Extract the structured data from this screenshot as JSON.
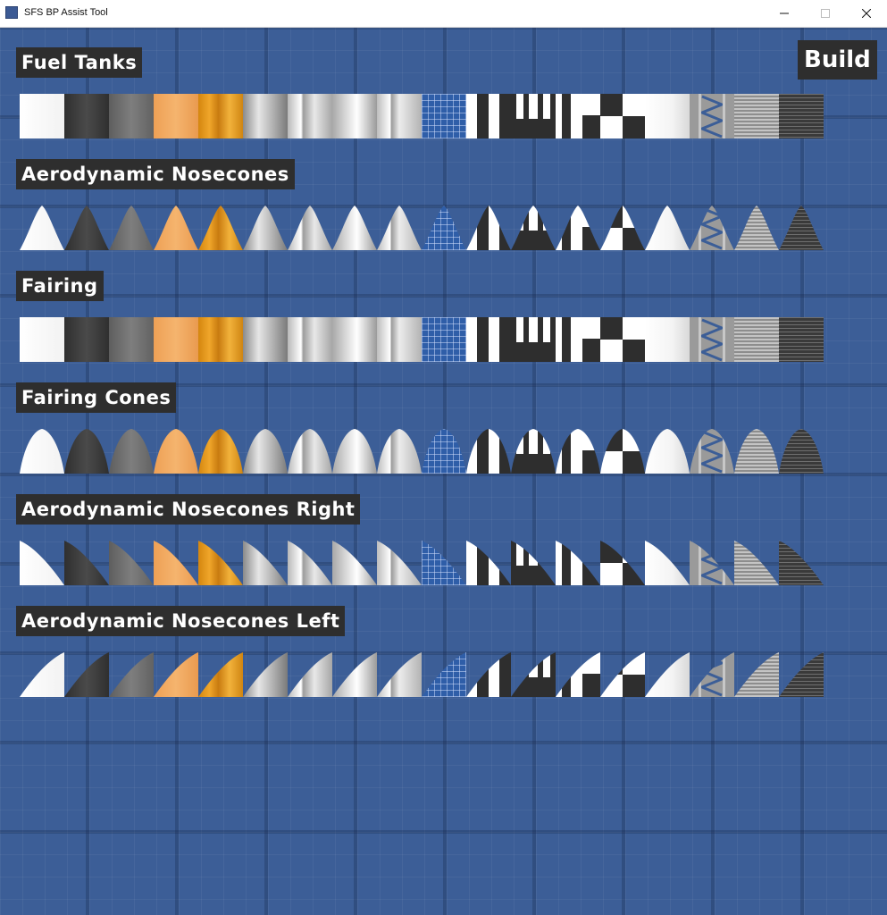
{
  "window": {
    "title": "SFS BP Assist Tool",
    "icon": "app-icon",
    "controls": [
      "minimize-icon",
      "maximize-icon",
      "close-icon"
    ]
  },
  "build_label": "Build",
  "colors": {
    "background": "#3c5e97",
    "label_bg": "#2e2e2e",
    "label_text": "#ffffff"
  },
  "textures": [
    "white",
    "dark-gray",
    "medium-gray",
    "orange",
    "wood-orange",
    "metal-gradient",
    "silver-stripes",
    "silver-gradient",
    "silver-light",
    "blue-grid",
    "black-white-stripes",
    "black-white-blocks",
    "black-white-steps",
    "black-white-checker",
    "white-silver",
    "truss",
    "ribbed-metal",
    "dark-ribbed"
  ],
  "sections": [
    {
      "title": "Fuel Tanks",
      "shape": "square",
      "tile_count": 18
    },
    {
      "title": "Aerodynamic Nosecones",
      "shape": "cone",
      "tile_count": 18
    },
    {
      "title": "Fairing",
      "shape": "square",
      "tile_count": 18
    },
    {
      "title": "Fairing Cones",
      "shape": "fairing-cone",
      "tile_count": 18
    },
    {
      "title": "Aerodynamic Nosecones Right",
      "shape": "cone-right",
      "tile_count": 18
    },
    {
      "title": "Aerodynamic Nosecones Left",
      "shape": "cone-left",
      "tile_count": 18
    }
  ]
}
